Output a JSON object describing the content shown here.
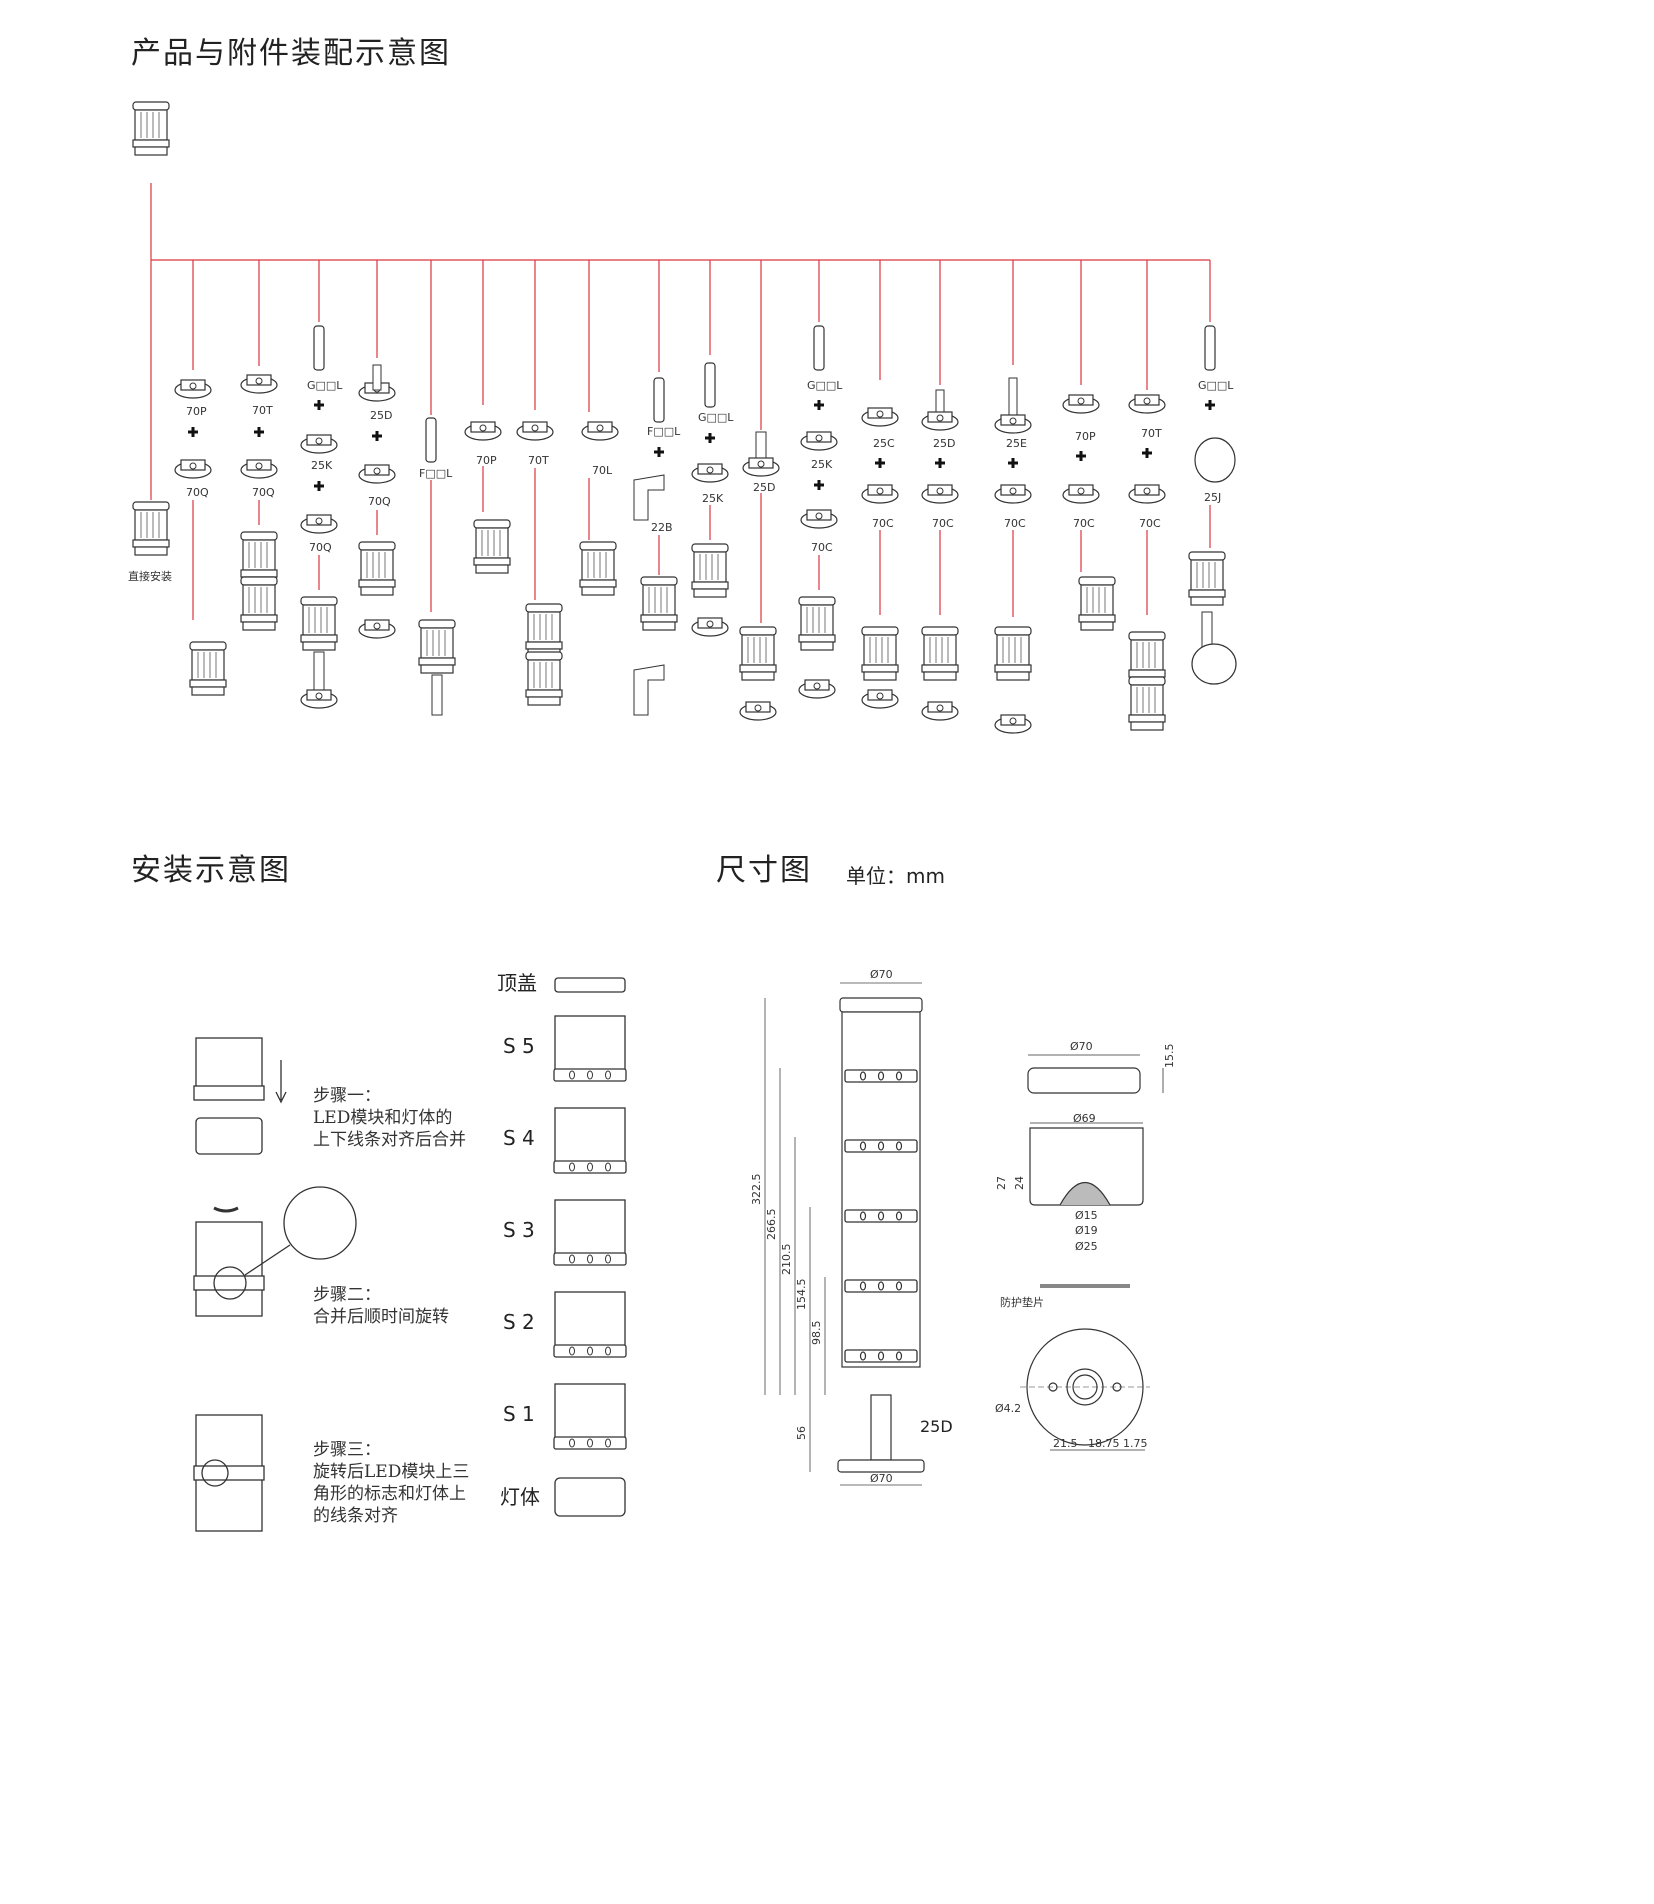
{
  "sections": {
    "assembly_title": "产品与附件装配示意图",
    "install_title": "安装示意图",
    "dimension_title": "尺寸图",
    "unit_label": "单位：mm"
  },
  "assembly": {
    "direct_mount": "直接安装",
    "columns": [
      {
        "parts": [
          "70P",
          "70Q"
        ]
      },
      {
        "parts": [
          "70T",
          "70Q"
        ]
      },
      {
        "parts": [
          "G□□L",
          "25K",
          "70Q"
        ]
      },
      {
        "parts": [
          "25D",
          "70Q"
        ]
      },
      {
        "parts": [
          "F□□L"
        ]
      },
      {
        "parts": [
          "70P"
        ]
      },
      {
        "parts": [
          "70T"
        ]
      },
      {
        "parts": [
          "70L"
        ]
      },
      {
        "parts": [
          "F□□L",
          "22B"
        ]
      },
      {
        "parts": [
          "G□□L",
          "25K"
        ]
      },
      {
        "parts": [
          "25D"
        ]
      },
      {
        "parts": [
          "G□□L",
          "25K",
          "70C"
        ]
      },
      {
        "parts": [
          "25C",
          "70C"
        ]
      },
      {
        "parts": [
          "25D",
          "70C"
        ]
      },
      {
        "parts": [
          "25E",
          "70C"
        ]
      },
      {
        "parts": [
          "70P",
          "70C"
        ]
      },
      {
        "parts": [
          "70T",
          "70C"
        ]
      },
      {
        "parts": [
          "G□□L",
          "25J"
        ]
      }
    ]
  },
  "install": {
    "step1": [
      "步骤一：",
      "LED模块和灯体的",
      "上下线条对齐后合并"
    ],
    "step2": [
      "步骤二：",
      "合并后顺时间旋转"
    ],
    "step3": [
      "步骤三：",
      "旋转后LED模块上三",
      "角形的标志和灯体上",
      "的线条对齐"
    ],
    "stack_labels": {
      "top": "顶盖",
      "s5": "S 5",
      "s4": "S 4",
      "s3": "S 3",
      "s2": "S 2",
      "s1": "S 1",
      "body": "灯体"
    }
  },
  "dimensions": {
    "top_dia": "Ø70",
    "base_dia": "Ø70",
    "heights": [
      "322.5",
      "266.5",
      "210.5",
      "154.5",
      "98.5",
      "56"
    ],
    "pole": "25D",
    "cap": {
      "dia": "Ø70",
      "height": "15.5"
    },
    "base": {
      "dia": "Ø69",
      "h1": "27",
      "h2": "24",
      "d1": "Ø15",
      "d2": "Ø19",
      "d3": "Ø25"
    },
    "pad_label": "防护垫片",
    "bottom": {
      "hole": "Ø4.2",
      "d1": "21.5",
      "d2": "18.75",
      "d3": "1.75"
    }
  },
  "colors": {
    "connector": "#d9363e",
    "line": "#333333"
  }
}
